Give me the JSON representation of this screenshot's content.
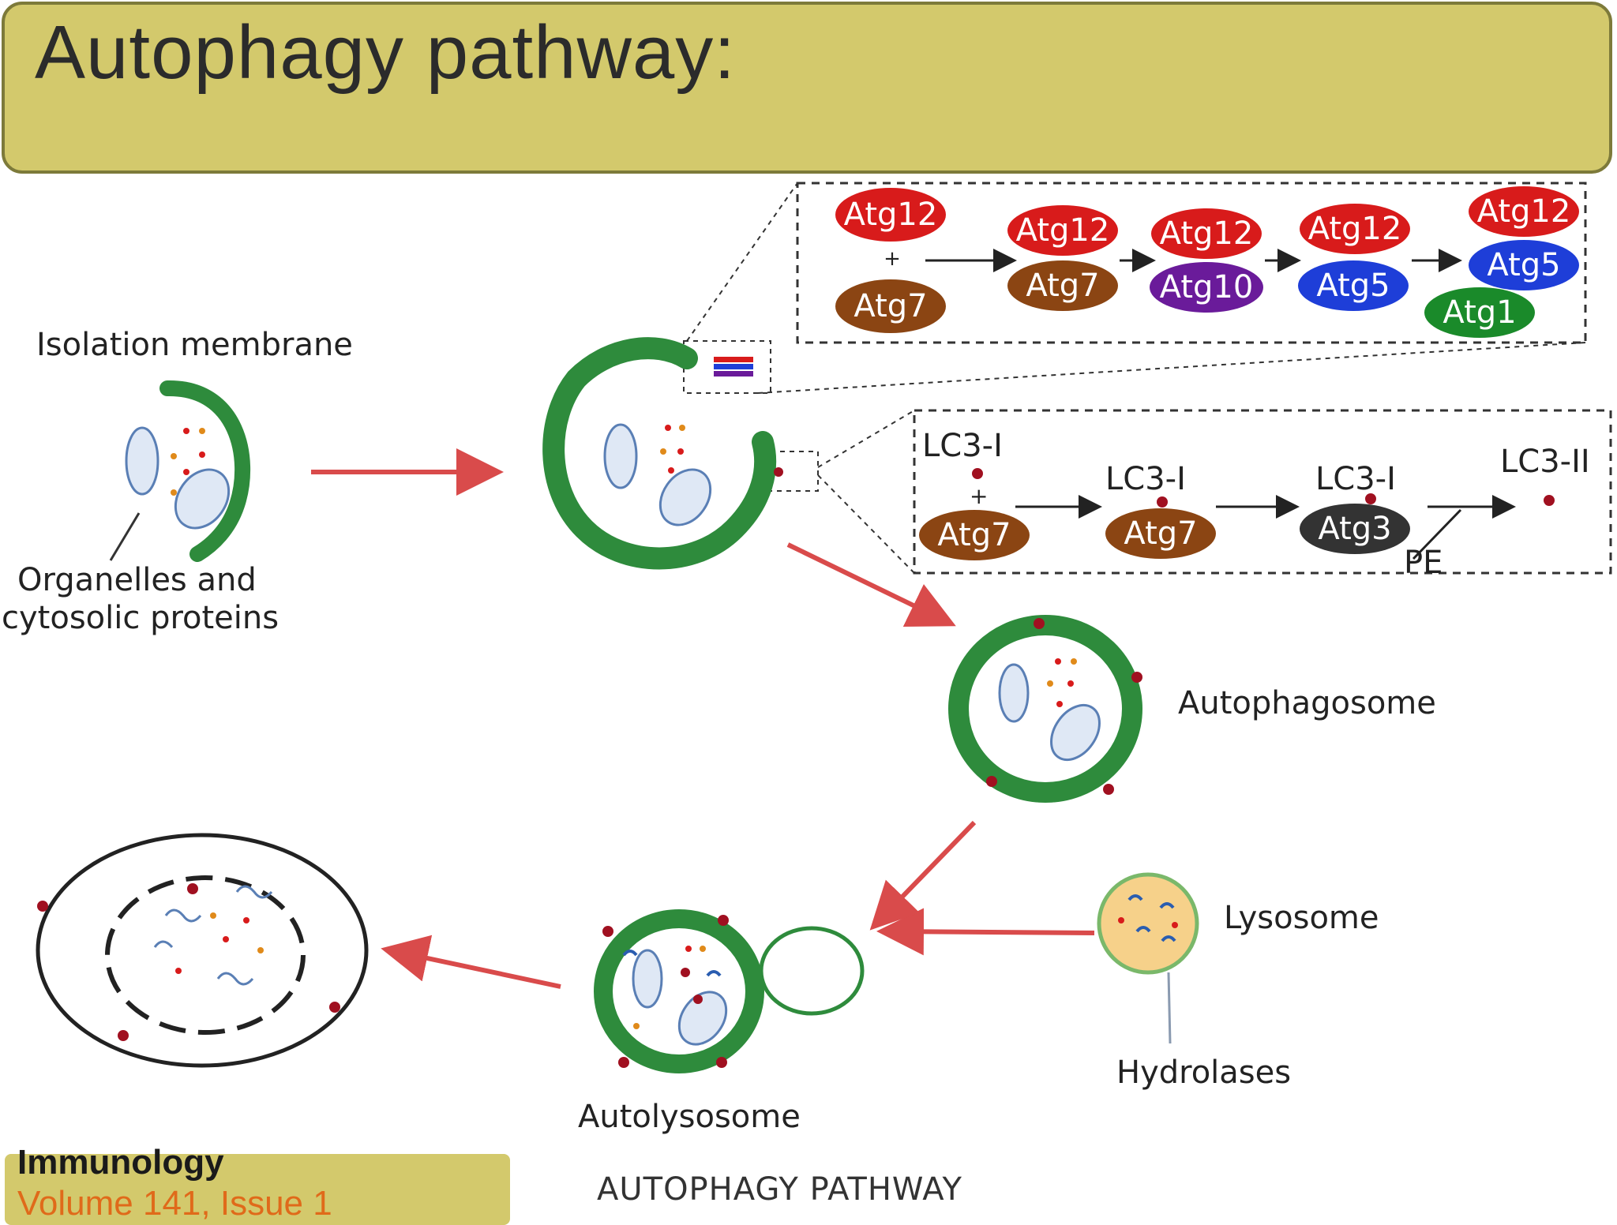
{
  "slide": {
    "title": "Autophagy pathway:",
    "caption": "AUTOPHAGY PATHWAY",
    "source": {
      "journal": "Immunology",
      "volume": "Volume 141, Issue 1"
    }
  },
  "labels": {
    "isolation_membrane": "Isolation membrane",
    "organelles_line1": "Organelles and",
    "organelles_line2": "cytosolic proteins",
    "autophagosome": "Autophagosome",
    "lysosome": "Lysosome",
    "hydrolases": "Hydrolases",
    "autolysosome": "Autolysosome"
  },
  "atg12_pathway": {
    "atg12": "Atg12",
    "atg7": "Atg7",
    "atg10": "Atg10",
    "atg5": "Atg5",
    "atg16": "Atg1",
    "plus": "+"
  },
  "lc3_pathway": {
    "lc3_i": "LC3-I",
    "lc3_ii": "LC3-II",
    "atg7": "Atg7",
    "atg3": "Atg3",
    "pe": "PE",
    "plus": "+"
  },
  "colors": {
    "title_bg": "#d3c96c",
    "membrane": "#2e8b3c",
    "arrow": "#d94b4b",
    "atg12": "#d81b1b",
    "atg7": "#8b4513",
    "atg10": "#6a1b9a",
    "atg5": "#1e3ed8",
    "atg16": "#1a8a2a",
    "atg3": "#333333"
  }
}
